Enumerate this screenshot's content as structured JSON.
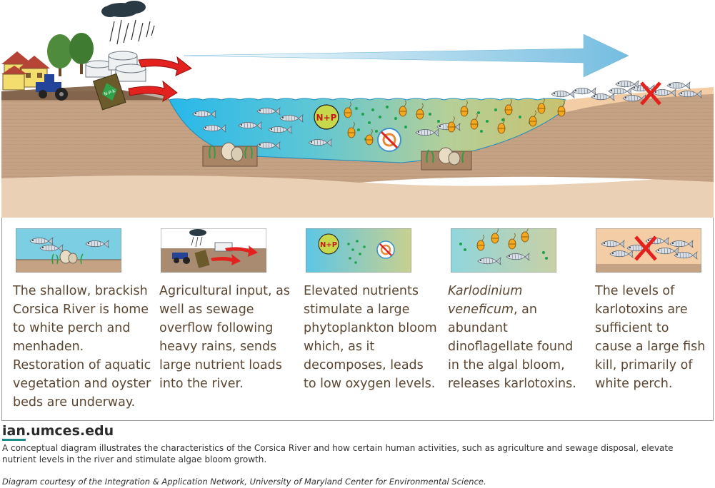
{
  "panels": [
    {
      "id": "p1",
      "text": "The shallow, brackish Corsica River is home to white perch and menhaden. Restoration of aquatic vegetation and oyster beds are underway."
    },
    {
      "id": "p2",
      "text": "Agricultural input, as well as sewage overflow following heavy rains, sends large nutrient loads into the river."
    },
    {
      "id": "p3",
      "text": "Elevated nutrients stimulate a large phytoplankton bloom which, as it decomposes, leads to low oxygen levels."
    },
    {
      "id": "p4",
      "italic": "Karlodinium veneficum",
      "text": ", an abundant dinoflagellate found in the algal bloom, releases karlotoxins."
    },
    {
      "id": "p5",
      "text": "The levels of karlotoxins are sufficient to cause a large fish kill, primarily of white perch."
    }
  ],
  "labels": {
    "np": "N+P",
    "npk": "N-P-K"
  },
  "brand": {
    "prefix": "ian",
    "suffix": ".umces.edu"
  },
  "description": "A conceptual diagram illustrates the characteristics of the Corsica River and how certain human activities, such as agriculture and sewage disposal, elevate nutrient levels in the river and stimulate algae bloom growth.",
  "credit": "Diagram courtesy of the Integration & Application Network, University of Maryland Center for Environmental Science.",
  "colors": {
    "text": "#5b4631",
    "soil": "#c9a98b",
    "deep_soil": "#e9cdb2",
    "water_blue": "#33bde9",
    "water_green": "#c7c788",
    "arrow_red": "#e3221f",
    "algae_green": "#1aa34a",
    "dino_orange": "#f3a81f"
  }
}
